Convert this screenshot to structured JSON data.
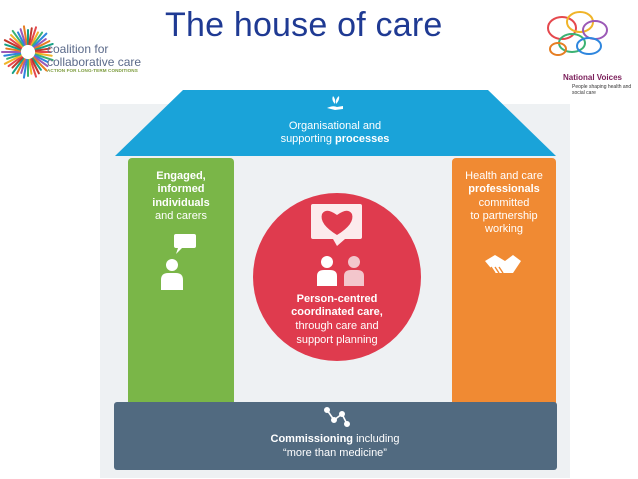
{
  "header": {
    "title": "The house of care",
    "left_logo": {
      "line1": "coalition for",
      "line2": "collaborative care",
      "tagline": "ACTION FOR LONG-TERM CONDITIONS"
    },
    "right_logo": {
      "name": "National Voices",
      "tagline": "People shaping health and social care"
    }
  },
  "diagram": {
    "roof": {
      "line1": "Organisational and",
      "line2_normal": "supporting ",
      "line2_bold": "processes",
      "icon": "hand-plant-icon"
    },
    "left_pillar": {
      "line1": "Engaged,",
      "line2": "informed",
      "line3": "individuals",
      "line4": "and carers",
      "icon": "person-speech-icon"
    },
    "right_pillar": {
      "line1": "Health and care",
      "line2": "professionals",
      "line3": "committed",
      "line4": "to partnership",
      "line5": "working",
      "icon": "handshake-icon"
    },
    "center": {
      "line1": "Person-centred",
      "line2": "coordinated care,",
      "line3": "through care and",
      "line4": "support planning",
      "icons": [
        "handshake-heart-icon",
        "people-icon"
      ]
    },
    "base": {
      "line1_bold": "Commissioning",
      "line1_normal": " including",
      "line2": "“more than medicine”",
      "icon": "network-icon"
    },
    "colors": {
      "roof": "#1aa3d9",
      "left": "#7ab648",
      "right": "#f08a33",
      "center": "#df3b4e",
      "base": "#516a80",
      "title": "#1f3a93"
    }
  }
}
